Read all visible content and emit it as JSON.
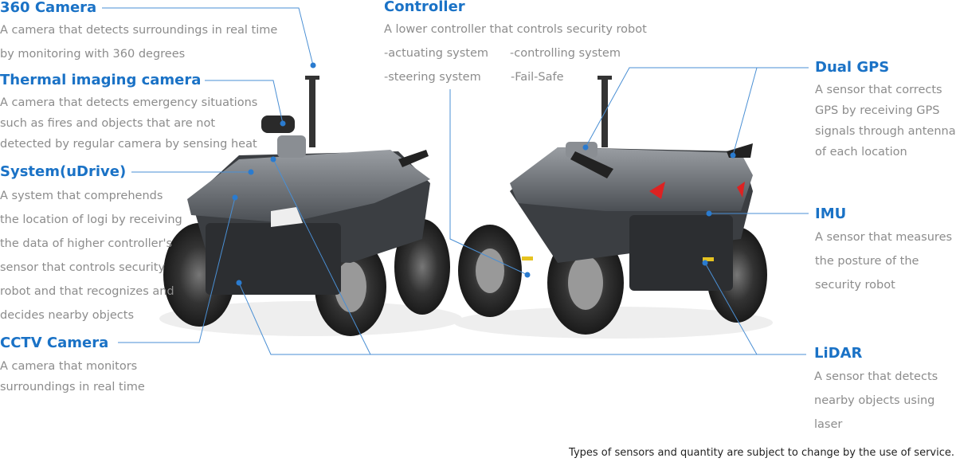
{
  "labels": {
    "camera360": {
      "title": "360 Camera",
      "lines": [
        "A camera that detects surroundings in real time",
        "by monitoring with 360 degrees"
      ]
    },
    "thermal": {
      "title": "Thermal imaging camera",
      "lines": [
        "A camera that detects emergency situations",
        "such as fires and objects that are not",
        "detected by regular camera by sensing heat"
      ]
    },
    "system": {
      "title": "System(uDrive)",
      "lines": [
        "A system that comprehends",
        "the location of logi by receiving",
        "the data of higher controller's",
        "sensor that controls security",
        "robot and that recognizes and",
        "decides nearby objects"
      ]
    },
    "cctv": {
      "title": "CCTV Camera",
      "lines": [
        "A camera that monitors",
        "surroundings in real time"
      ]
    },
    "controller": {
      "title": "Controller",
      "lines": [
        "A lower controller that controls security robot"
      ],
      "items": [
        "-actuating system",
        "-controlling system",
        "-steering system",
        "-Fail-Safe"
      ]
    },
    "gps": {
      "title": "Dual GPS",
      "lines": [
        "A sensor that corrects",
        "GPS by receiving GPS",
        "signals through antennas",
        "of each location"
      ]
    },
    "imu": {
      "title": "IMU",
      "lines": [
        "A sensor that measures",
        "the posture of the",
        "security robot"
      ]
    },
    "lidar": {
      "title": "LiDAR",
      "lines": [
        "A sensor that detects",
        "nearby objects using",
        "laser"
      ]
    }
  },
  "footnote": "Types of sensors and quantity are subject to change by the use of service.",
  "colors": {
    "title": "#1a72c6",
    "text": "#8c8c8c",
    "leader": "#4a8fd4"
  }
}
